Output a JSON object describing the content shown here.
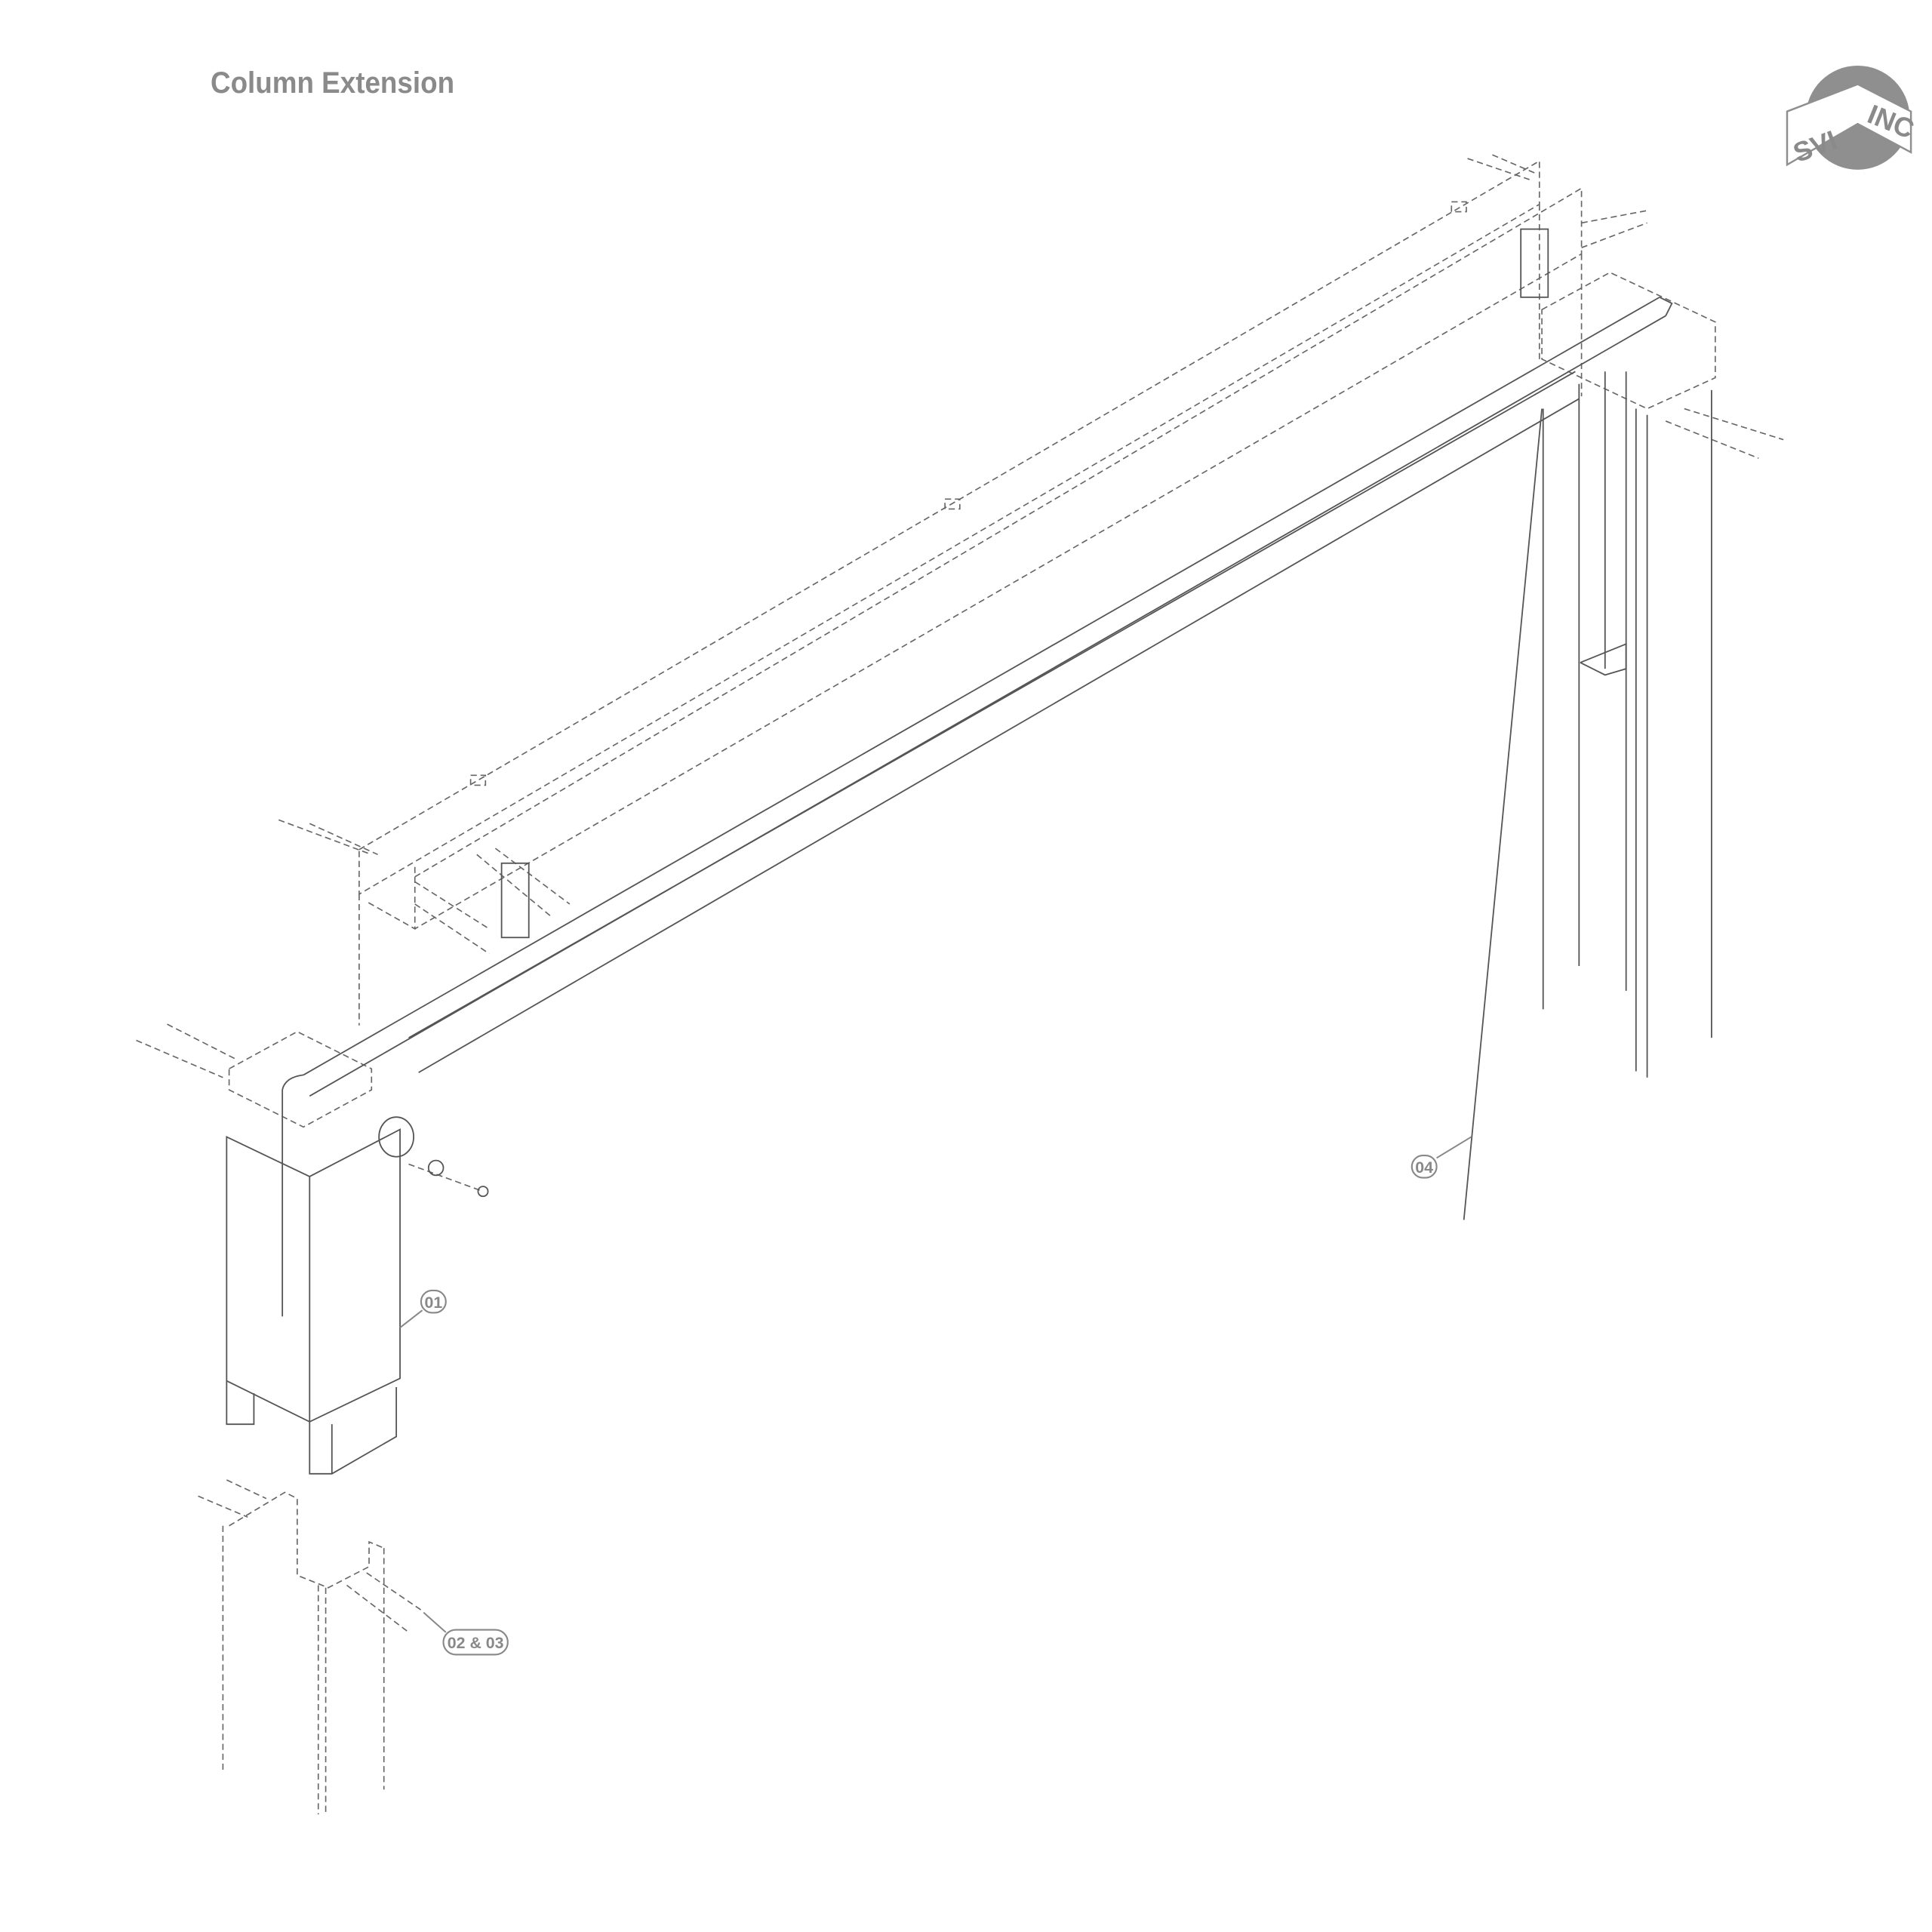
{
  "title": "Column Extension",
  "logo": {
    "text": "SVI INC",
    "color": "#8f8f8f"
  },
  "callouts": [
    {
      "id": "01",
      "label": "01"
    },
    {
      "id": "02-03",
      "label": "02 & 03"
    },
    {
      "id": "04",
      "label": "04"
    }
  ]
}
